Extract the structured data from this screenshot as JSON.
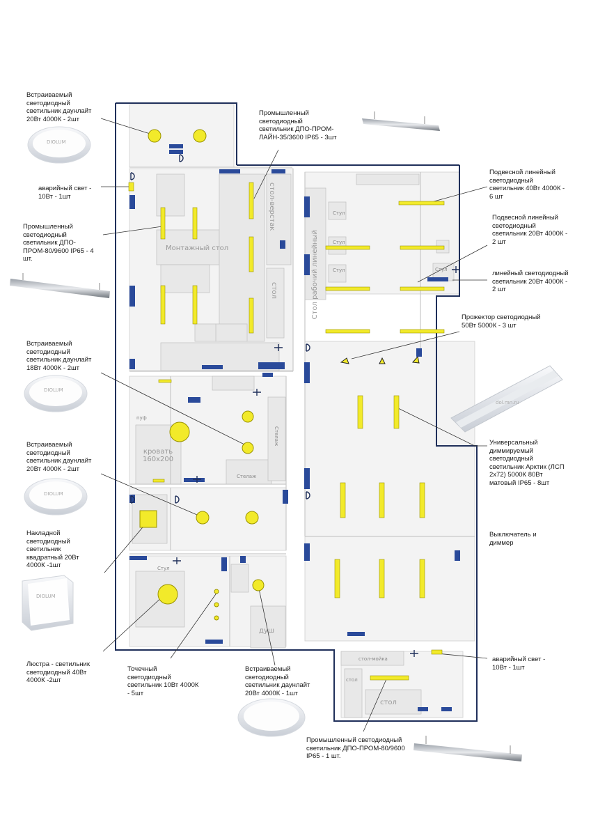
{
  "colors": {
    "wall": "#1f2f5a",
    "lamp": "#f2ea2a",
    "lampStroke": "#9a9300",
    "line": "#333333",
    "furniture": "#c8c8c8",
    "floor": "#f2f2f2"
  },
  "annotations": [
    "Встраиваемый\nсветодиодный\nсветильник даунлайт\n20Вт 4000К - 2шт",
    "Промышленный\nсветодиодный\nсветильник ДПО-ПРОМ-\nЛАЙН-35/3600 IP65 - 3шт",
    "аварийный свет -\n10Вт - 1шт",
    "Промышленный\nсветодиодный\nсветильник ДПО-\nПРОМ-80/9600 IP65 - 4\nшт.",
    "Подвесной линейный\nсветодиодный\nсветильник 40Вт 4000К -\n6 шт",
    "Подвесной линейный\nсветодиодный\nсветильник 20Вт 4000К -\n2 шт",
    "линейный светодиодный\nсветильник 20Вт 4000К -\n2 шт",
    "Прожектор светодиодный\n50Вт 5000К - 3 шт",
    "Встраиваемый\nсветодиодный\nсветильник даунлайт\n18Вт 4000К - 2шт",
    "Встраиваемый\nсветодиодный\nсветильник даунлайт\n20Вт 4000К - 2шт",
    "Универсальный\nдиммируемый\nсветодиодный\nсветильник Арктик (ЛСП\n2х72) 5000К 80Вт\nматовый IP65 - 8шт",
    "Накладной\nсветодиодный\nсветильник\nквадратный 20Вт\n4000К -1шт",
    "Выключатель и\nдиммер",
    "Люстра - светильник\nсветодиодный  40Вт\n4000К -2шт",
    "Точечный\nсветодиодный\nсветильник 10Вт 4000К\n- 5шт",
    "Встраиваемый\nсветодиодный\nсветильник даунлайт\n20Вт 4000К - 1шт",
    "аварийный свет -\n10Вт - 1шт",
    "Промышленный светодиодный\nсветильник ДПО-ПРОМ-80/9600\nIP65 - 1 шт."
  ],
  "rooms": [
    "Монтажный стол",
    "Стол рабочий линейный",
    "стол-верстак",
    "стол",
    "кровать\n160х200",
    "Стелаж",
    "Стелаж",
    "пуф",
    "стол-мойка",
    "стол",
    "стол",
    "душ",
    "Стул",
    "Стул",
    "Стул",
    "Стул",
    "Стул"
  ],
  "brands": [
    "DIOLUM",
    "DIOLUM",
    "DIOLUM",
    "DIOLUM",
    "dol.mn.ru"
  ]
}
